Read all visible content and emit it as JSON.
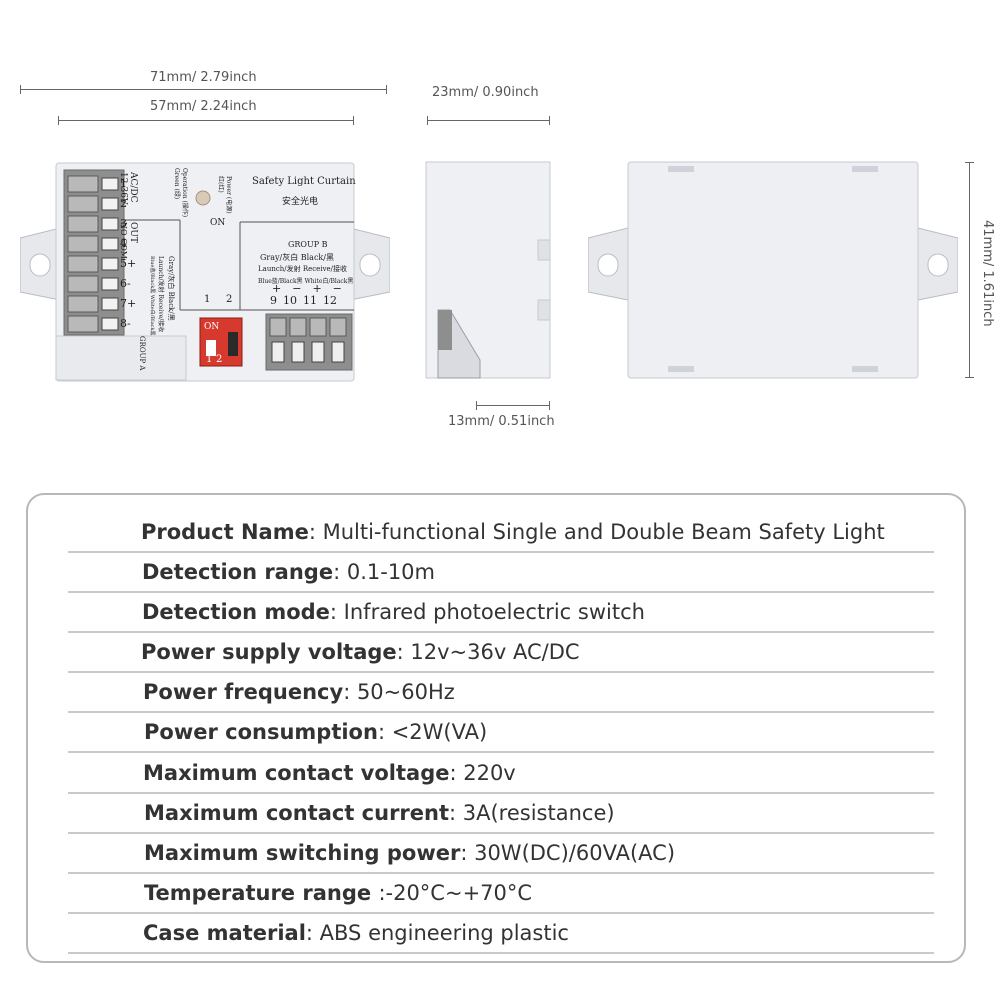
{
  "dimensions": {
    "overall_length": "71mm/ 2.79inch",
    "inner_length": "57mm/ 2.24inch",
    "depth": "23mm/ 0.90inch",
    "tab_depth": "13mm/ 0.51inch",
    "height": "41mm/ 1.61inch"
  },
  "device_front": {
    "title": "Safety Light Curtain",
    "title_cn": "安全光电",
    "ac_dc": "AC/DC",
    "voltage": "12-36V",
    "out": "OUT",
    "no_com": "NO COM",
    "operation": "Operation (操作)",
    "green": "Green (绿)",
    "power": "Power (电源)",
    "power_red": "红(红)",
    "on_label": "ON",
    "group_a": "GROUP A",
    "group_b": "GROUP B",
    "group_b_colors": "Gray/灰白 Black/黑",
    "launch_receive": "Launch/发射 Receive/接收",
    "wire_colors": "Blue蓝/Black黑 White白/Black黑",
    "group_a_colors": "Gray/灰白 Black/黑",
    "group_a_launch": "Launch/发射 Receive/接收",
    "group_a_wires": "Blue蓝/Black黑 White白/Black黑",
    "left_terminals": [
      "1",
      "2",
      "3",
      "4",
      "5+",
      "6-",
      "7+",
      "8-"
    ],
    "right_terminals_signs": [
      "+",
      "−",
      "+",
      "−"
    ],
    "right_terminals": [
      "9",
      "10",
      "11",
      "12"
    ],
    "dip_on": "ON",
    "dip_numbers": [
      "1",
      "2"
    ],
    "switch_numbers": [
      "1",
      "2"
    ]
  },
  "specs": [
    {
      "key": "Product Name",
      "value": ": Multi-functional Single and Double Beam Safety Light"
    },
    {
      "key": "Detection range",
      "value": ": 0.1-10m"
    },
    {
      "key": "Detection mode",
      "value": ": Infrared photoelectric switch"
    },
    {
      "key": "Power supply voltage",
      "value": ": 12v~36v AC/DC"
    },
    {
      "key": "Power frequency",
      "value": ": 50~60Hz"
    },
    {
      "key": "Power consumption",
      "value": ": <2W(VA)"
    },
    {
      "key": "Maximum contact voltage",
      "value": ": 220v"
    },
    {
      "key": "Maximum contact current",
      "value": ": 3A(resistance)"
    },
    {
      "key": "Maximum switching power",
      "value": ": 30W(DC)/60VA(AC)"
    },
    {
      "key": "Temperature range ",
      "value": ":-20°C~+70°C"
    },
    {
      "key": "Case material",
      "value": ": ABS engineering plastic"
    }
  ]
}
